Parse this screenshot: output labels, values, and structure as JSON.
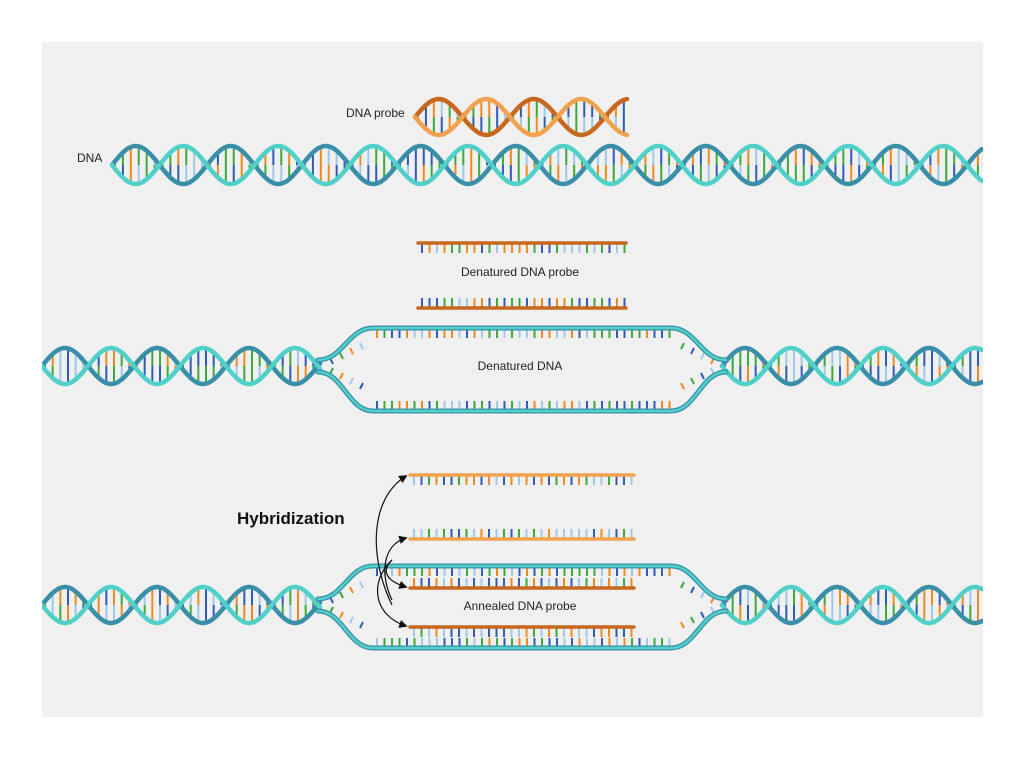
{
  "labels": {
    "dna_probe": "DNA probe",
    "dna": "DNA",
    "denatured_probe": "Denatured DNA probe",
    "denatured_dna": "Denatured DNA",
    "hybridization": "Hybridization",
    "annealed_probe": "Annealed DNA probe"
  },
  "colors": {
    "dna_strand_light": "#4fd0c8",
    "dna_strand_dark": "#3a8fa8",
    "probe_strand_light": "#f0a24e",
    "probe_strand_dark": "#c8681e",
    "base_colors": [
      "#2e5cb8",
      "#3aaa3a",
      "#f08a20",
      "#a0c8e8"
    ],
    "panel_background": "#f0f0f0"
  }
}
